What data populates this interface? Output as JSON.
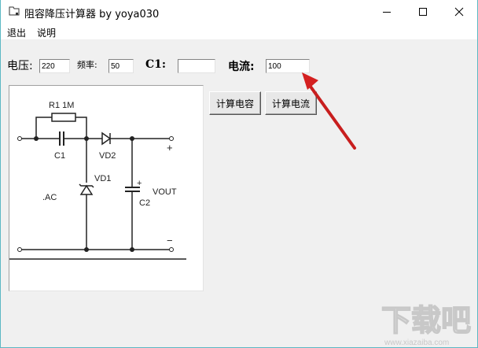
{
  "window": {
    "title": "阻容降压计算器 by yoya030",
    "controls": [
      "minimize",
      "maximize",
      "close"
    ]
  },
  "menu": {
    "items": [
      {
        "label": "退出"
      },
      {
        "label": "说明"
      }
    ]
  },
  "form": {
    "voltage": {
      "label": "电压:",
      "value": "220"
    },
    "frequency": {
      "label": "频率:",
      "value": "50"
    },
    "c1": {
      "label": "C1:",
      "value": ""
    },
    "current": {
      "label": "电流:",
      "value": "100"
    }
  },
  "buttons": {
    "calc_capacitance": "计算电容",
    "calc_current": "计算电流"
  },
  "circuit": {
    "r1_label": "R1  1M",
    "c1_label": "C1",
    "vd2_label": "VD2",
    "vd1_label": "VD1",
    "c2_label": "C2",
    "vout_label": "VOUT",
    "ac_label": ".AC",
    "plus_top": "+",
    "plus_cap": "+",
    "minus": "−"
  },
  "annotation": {
    "arrow_color": "#d42020"
  },
  "watermark": {
    "text": "下载吧",
    "url_text": "www.xiazaiba.com"
  }
}
